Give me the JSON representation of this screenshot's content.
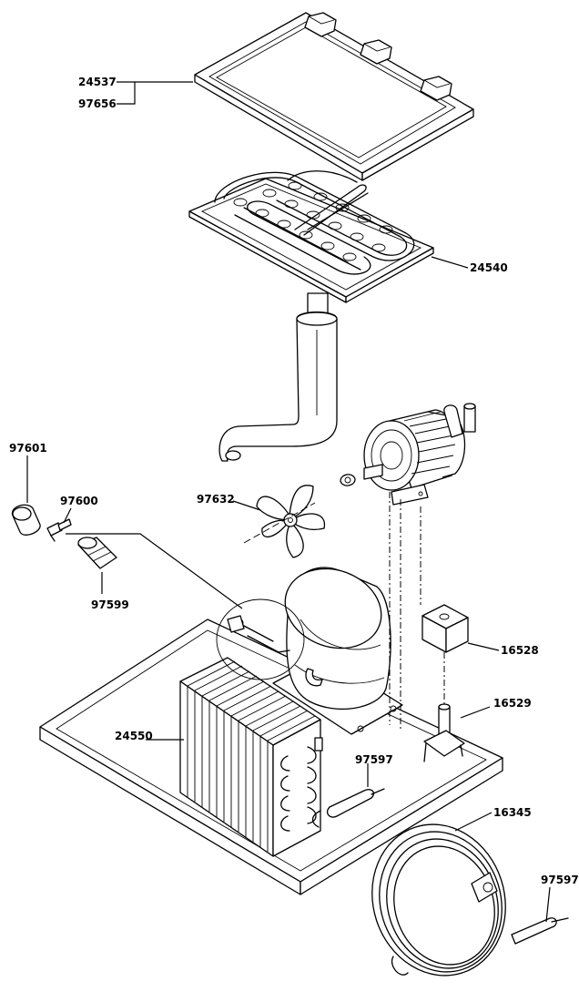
{
  "diagram": {
    "labels": {
      "p24537": "24537",
      "p97656": "97656",
      "p24540": "24540",
      "p97601": "97601",
      "p97600": "97600",
      "p97599": "97599",
      "p97632": "97632",
      "p16528": "16528",
      "p16529": "16529",
      "p24550": "24550",
      "p97597a": "97597",
      "p16345": "16345",
      "p97597b": "97597"
    }
  }
}
